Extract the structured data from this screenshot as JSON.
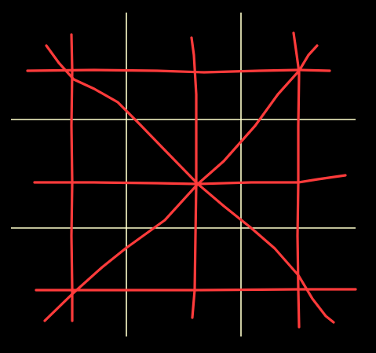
{
  "canvas": {
    "background_color": "#000000"
  },
  "guide_grid": {
    "color": "#ffffcc",
    "vertical_line_count": 2,
    "horizontal_line_count": 2
  },
  "hand_drawn_lines": {
    "color": "#ff3b3b",
    "horizontal_stroke_count": 3,
    "vertical_stroke_count": 3,
    "diagonal_stroke_count": 2
  }
}
